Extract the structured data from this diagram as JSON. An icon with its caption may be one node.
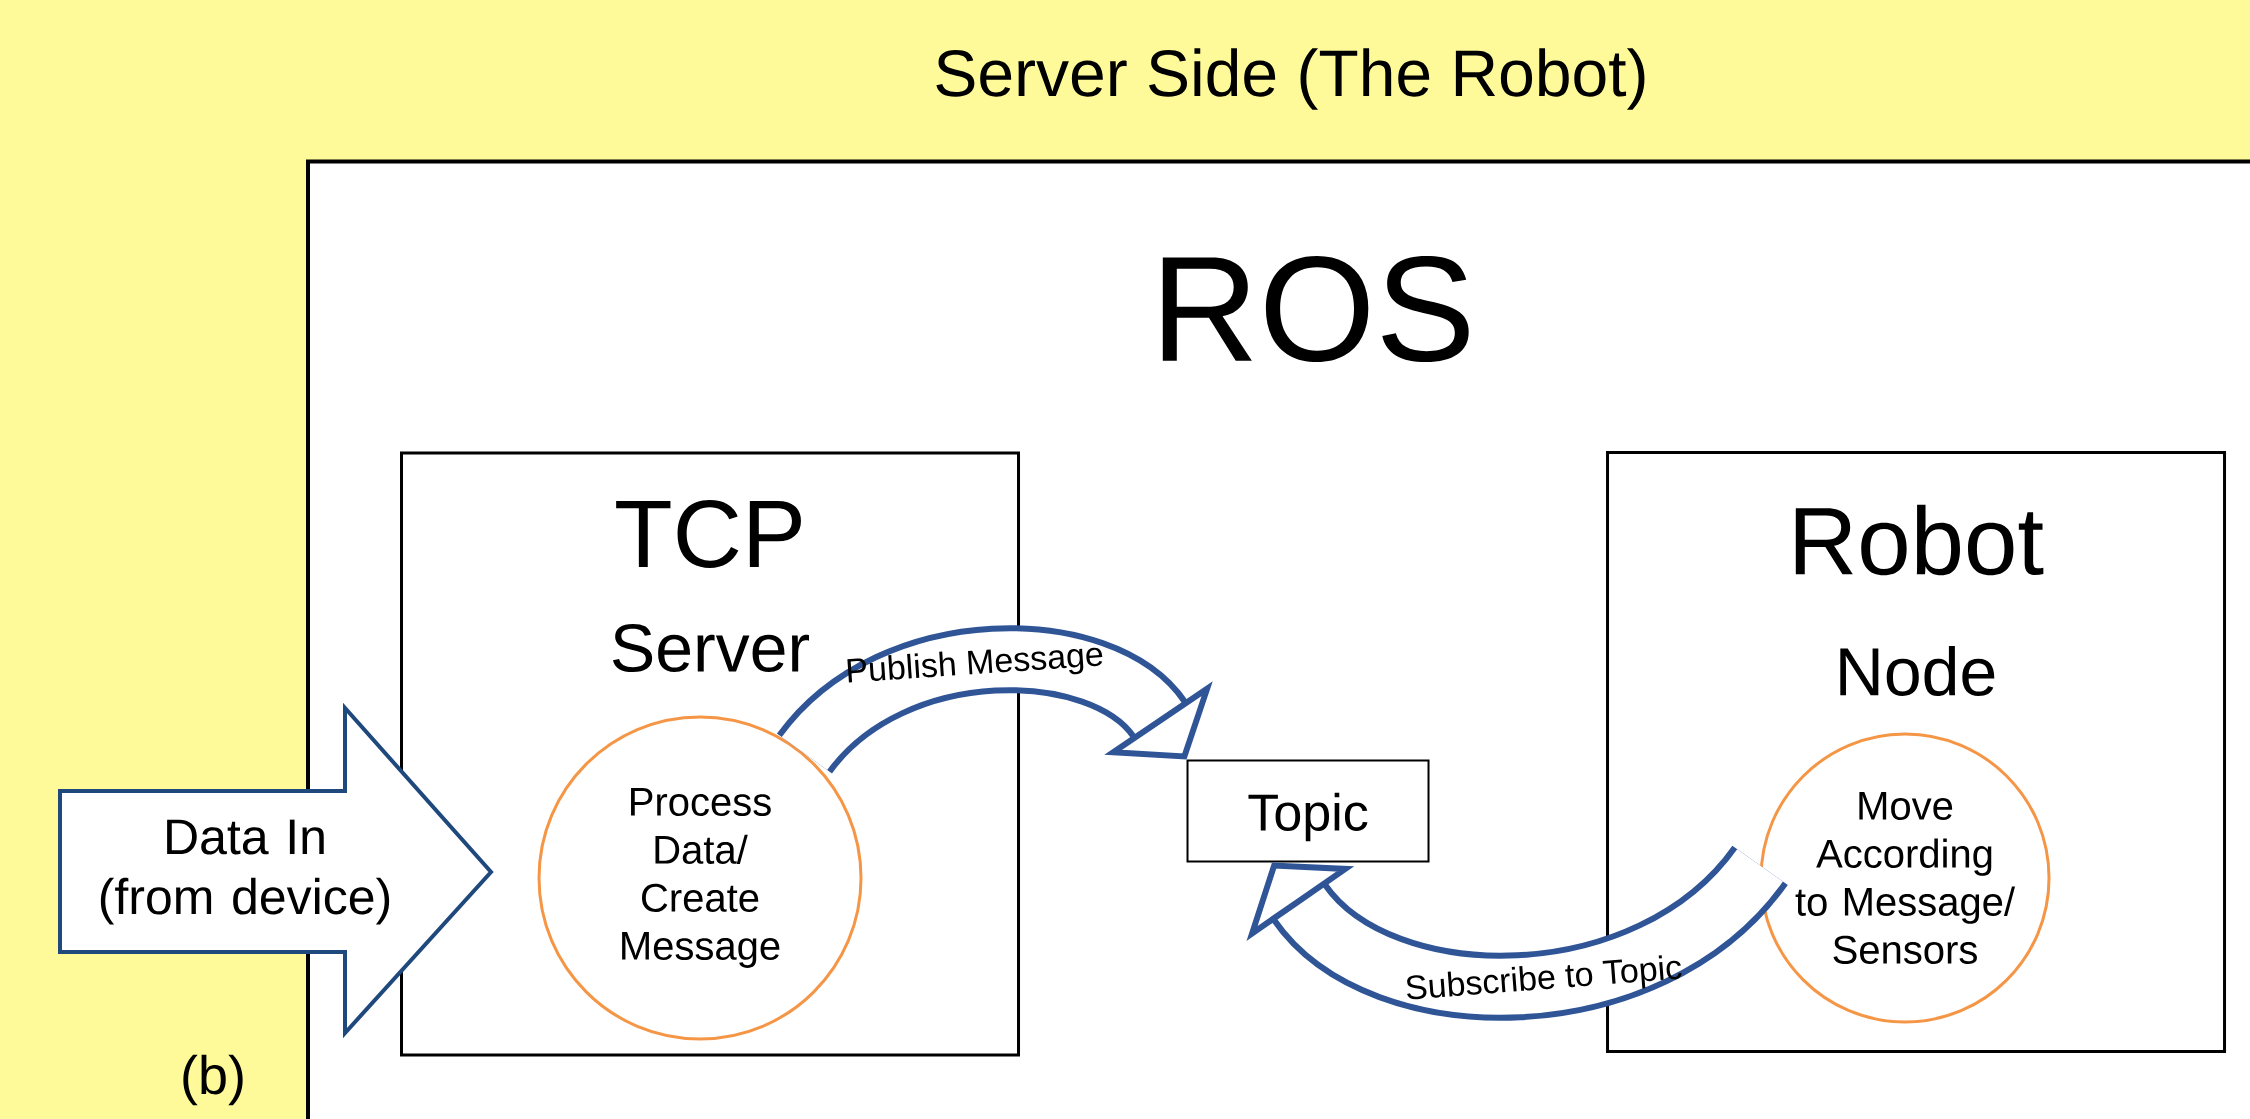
{
  "diagram": {
    "title": "Server Side (The Robot)",
    "nodes": [
      {
        "text": [
          "ROS"
        ]
      },
      {
        "text": [
          "TCP",
          "Server"
        ],
        "in": 0
      },
      {
        "text": [
          "Process Data/ Create Message"
        ],
        "in": 1
      },
      {
        "text": [
          "Topic"
        ],
        "in": 0
      },
      {
        "text": [
          "Robot",
          "Node"
        ],
        "in": 0
      },
      {
        "text": [
          "Move According to Message/ Sensors"
        ],
        "in": 4
      },
      {
        "text": [
          "Data In (from device)"
        ]
      }
    ],
    "edges": [
      {
        "from": 2,
        "to": 3,
        "arrow": "to",
        "label": "Publish Message"
      },
      {
        "from": 5,
        "to": 3,
        "arrow": "to",
        "label": "Subscribe to Topic"
      }
    ],
    "labels": [
      "(b)"
    ]
  }
}
